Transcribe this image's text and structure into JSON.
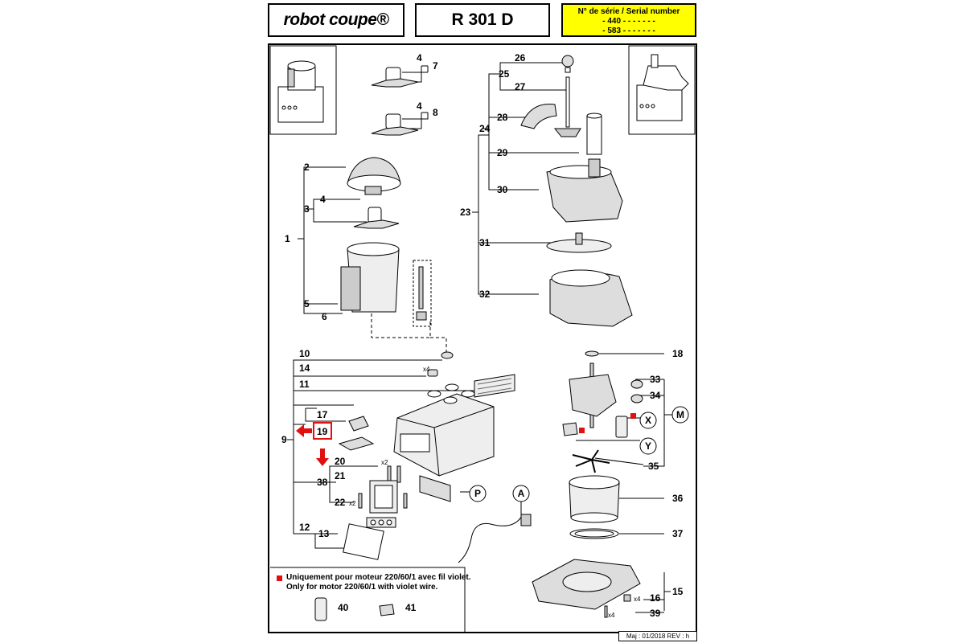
{
  "header": {
    "brand": "robot coupe®",
    "model": "R 301 D",
    "serial_title": "N° de série / Serial number",
    "serial_line1": "- 440 - - - - -    - -",
    "serial_line2": "- 583 - - - - -    - -"
  },
  "labels": {
    "n1": "1",
    "n2": "2",
    "n3": "3",
    "n4a": "4",
    "n4b": "4",
    "n4c": "4",
    "n5": "5",
    "n6": "6",
    "n7": "7",
    "n8": "8",
    "n9": "9",
    "n10": "10",
    "n11": "11",
    "n12": "12",
    "n13": "13",
    "n14": "14",
    "n15": "15",
    "n16": "16",
    "n17": "17",
    "n18": "18",
    "n19": "19",
    "n20": "20",
    "n21": "21",
    "n22": "22",
    "n23": "23",
    "n24": "24",
    "n25": "25",
    "n26": "26",
    "n27": "27",
    "n28": "28",
    "n29": "29",
    "n30": "30",
    "n31": "31",
    "n32": "32",
    "n33": "33",
    "n34": "34",
    "n35": "35",
    "n36": "36",
    "n37": "37",
    "n38": "38",
    "n39": "39",
    "n40": "40",
    "n41": "41",
    "X": "X",
    "Y": "Y",
    "M": "M",
    "P": "P",
    "A": "A",
    "x4a": "x4",
    "x2a": "x2",
    "x2b": "x2",
    "x4b": "x4",
    "x4c": "x4"
  },
  "note": {
    "fr": "Uniquement pour moteur 220/60/1 avec fil violet.",
    "en": "Only for motor 220/60/1 with violet wire."
  },
  "footer": "Maj : 01/2018   REV : h",
  "colors": {
    "highlight": "#ffff00",
    "marker": "#e01010",
    "line": "#000000"
  }
}
